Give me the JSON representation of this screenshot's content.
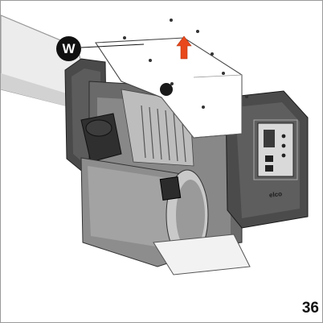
{
  "callout": {
    "label": "W"
  },
  "brand": {
    "logo_text": "elco"
  },
  "figure": {
    "number": "36"
  },
  "colors": {
    "arrow": "#e8481c",
    "housing_dark": "#3c3c3c",
    "housing_mid": "#7a7a7a",
    "tube": "#e9e9e9",
    "cover": "#ffffff"
  },
  "icons": {
    "lift_direction": "arrow-up-icon"
  }
}
